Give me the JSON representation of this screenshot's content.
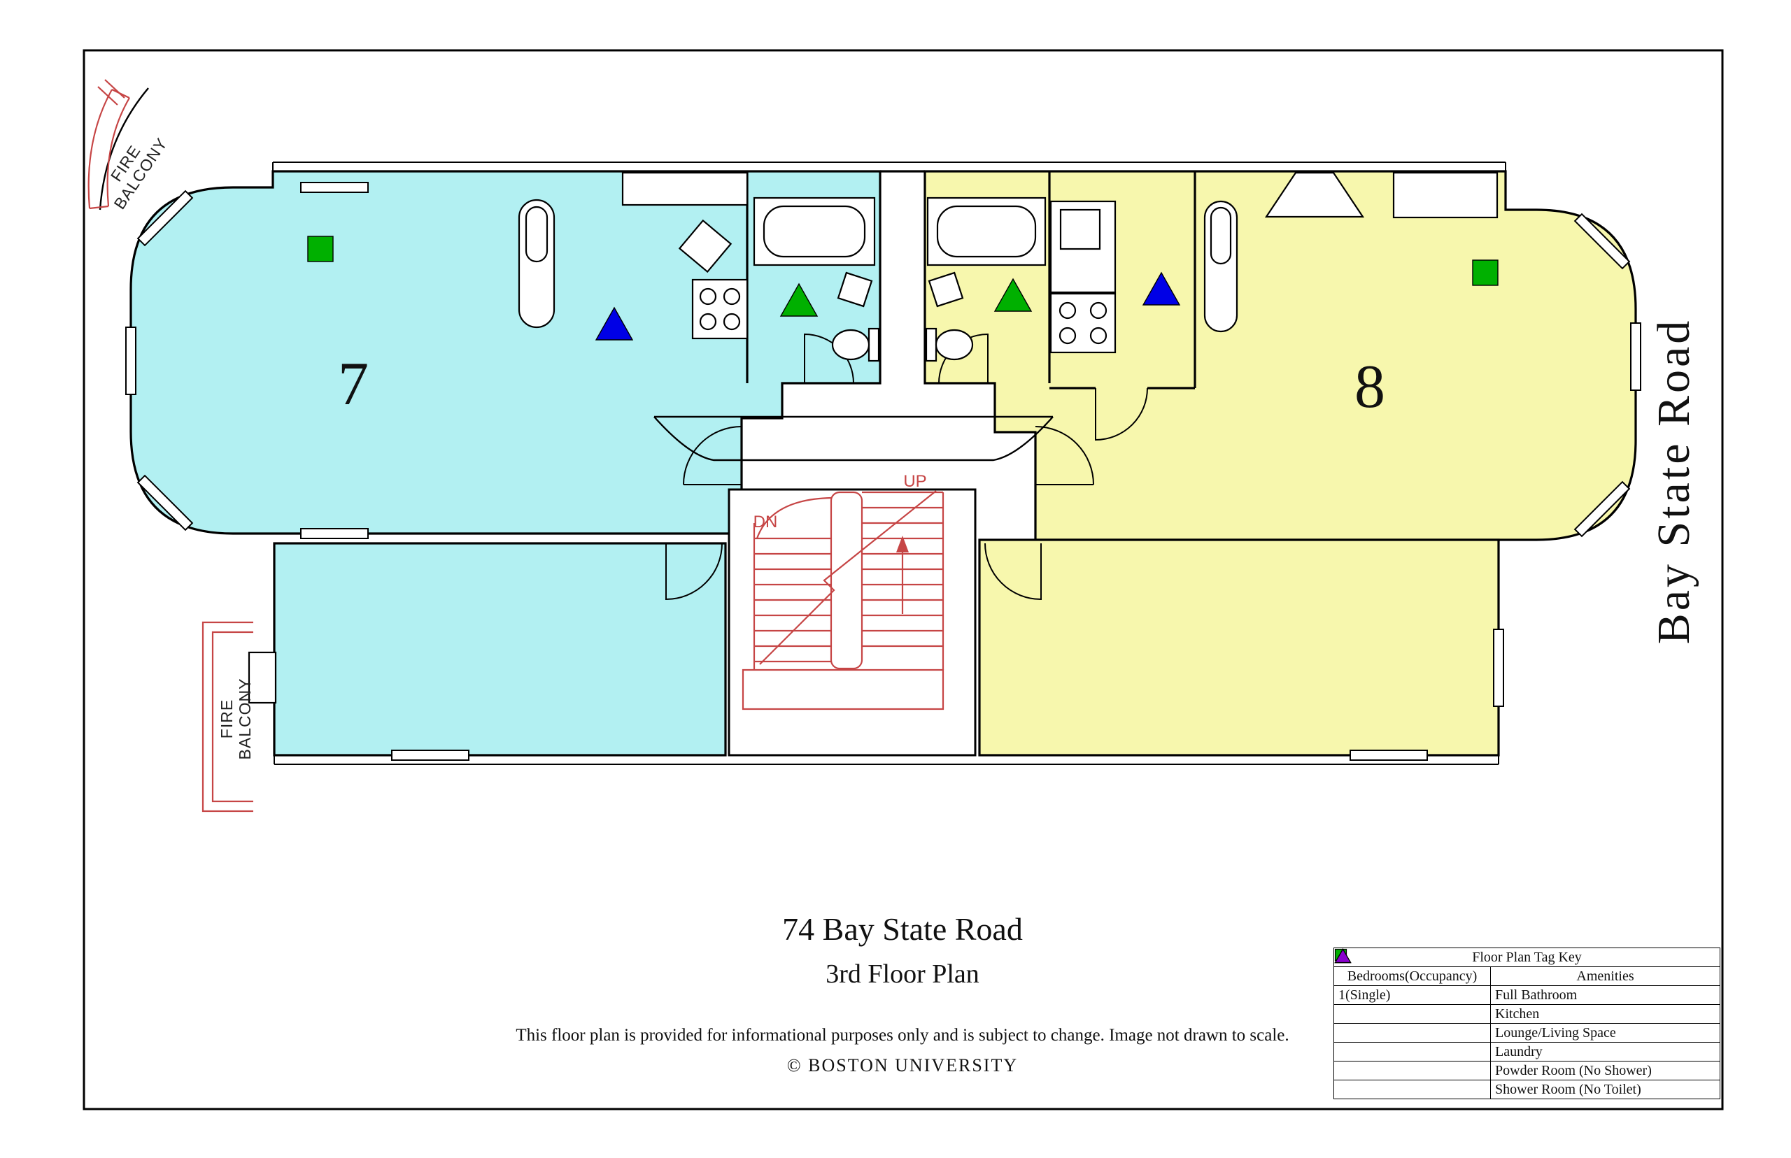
{
  "document": {
    "title": "74 Bay State Road",
    "subtitle": "3rd Floor Plan",
    "disclaimer": "This floor plan is provided for informational purposes only and is subject to change. Image not drawn to scale.",
    "copyright": "© BOSTON UNIVERSITY",
    "street_label": "Bay State Road"
  },
  "plan": {
    "units": [
      {
        "number": "7",
        "fill": "#b2f0f2"
      },
      {
        "number": "8",
        "fill": "#f7f7ad"
      }
    ],
    "stairs": {
      "up": "UP",
      "down": "DN"
    },
    "fire_balcony": {
      "line1": "FIRE",
      "line2": "BALCONY"
    },
    "markers": {
      "unit7_bedroom_square": "#00b000",
      "unit7_kitchen_triangle": "#0000e6",
      "unit7_bath_triangle": "#00b000",
      "unit8_bath_triangle": "#00b000",
      "unit8_kitchen_triangle": "#0000e6",
      "unit8_bedroom_square": "#00b000"
    }
  },
  "tag_key": {
    "header": "Floor Plan Tag Key",
    "columns": [
      "Bedrooms(Occupancy)",
      "Amenities"
    ],
    "bedrooms": [
      {
        "icon": "green-square",
        "label": "1(Single)",
        "color": "#00b000"
      }
    ],
    "amenities": [
      {
        "icon": "green-triangle",
        "label": "Full Bathroom",
        "color": "#00b000"
      },
      {
        "icon": "blue-triangle",
        "label": "Kitchen",
        "color": "#0000e6"
      },
      {
        "icon": "magenta-triangle",
        "label": "Lounge/Living Space",
        "color": "#d400d4"
      },
      {
        "icon": "red-triangle",
        "label": "Laundry",
        "color": "#e00000"
      },
      {
        "icon": "orange-triangle",
        "label": "Powder Room (No Shower)",
        "color": "#f08000"
      },
      {
        "icon": "purple-triangle",
        "label": "Shower Room (No Toilet)",
        "color": "#8800cc"
      }
    ]
  },
  "colors": {
    "unit7_fill": "#b2f0f2",
    "unit8_fill": "#f7f7ad",
    "stair_red": "#c64545",
    "balcony_red": "#c64545",
    "wall": "#000000"
  }
}
